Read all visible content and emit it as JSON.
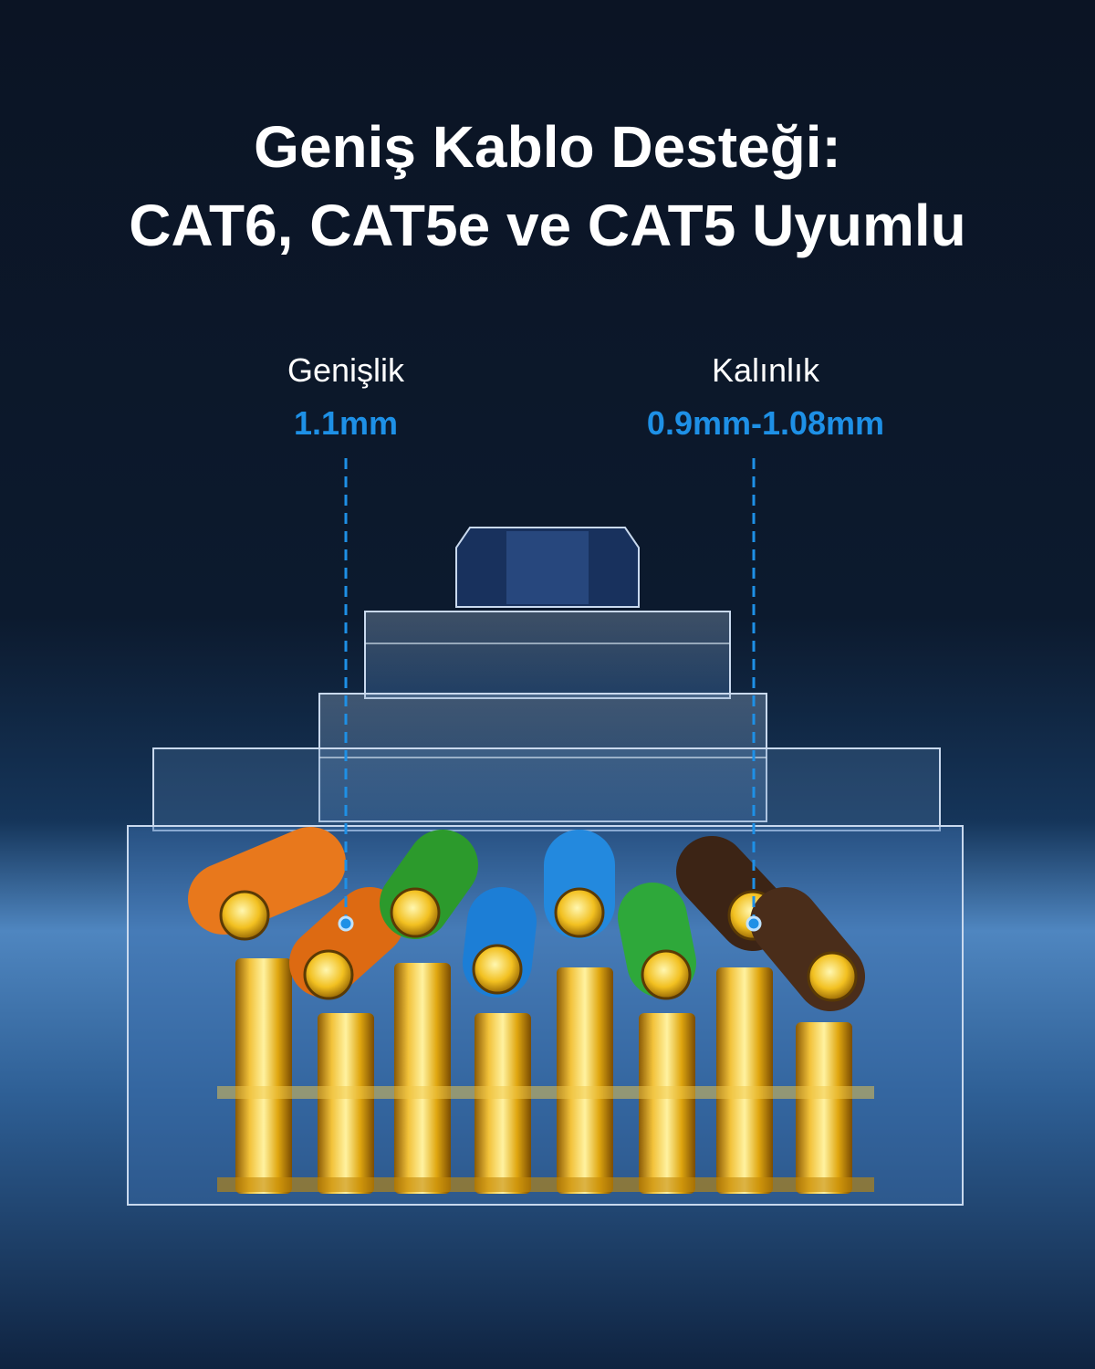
{
  "headline": {
    "line1": "Geniş Kablo Desteği:",
    "line2": "CAT6, CAT5e ve CAT5 Uyumlu"
  },
  "callouts": {
    "width": {
      "label": "Genişlik",
      "value": "1.1mm"
    },
    "thickness": {
      "label": "Kalınlık",
      "value": "0.9mm-1.08mm"
    }
  },
  "colors": {
    "accent": "#1e90e6",
    "gold": "#e0a710",
    "wire_colors": [
      "orange",
      "orange",
      "green",
      "blue",
      "blue",
      "green",
      "brown",
      "brown"
    ]
  },
  "illustration": {
    "subject": "rj45-connector-icon"
  }
}
